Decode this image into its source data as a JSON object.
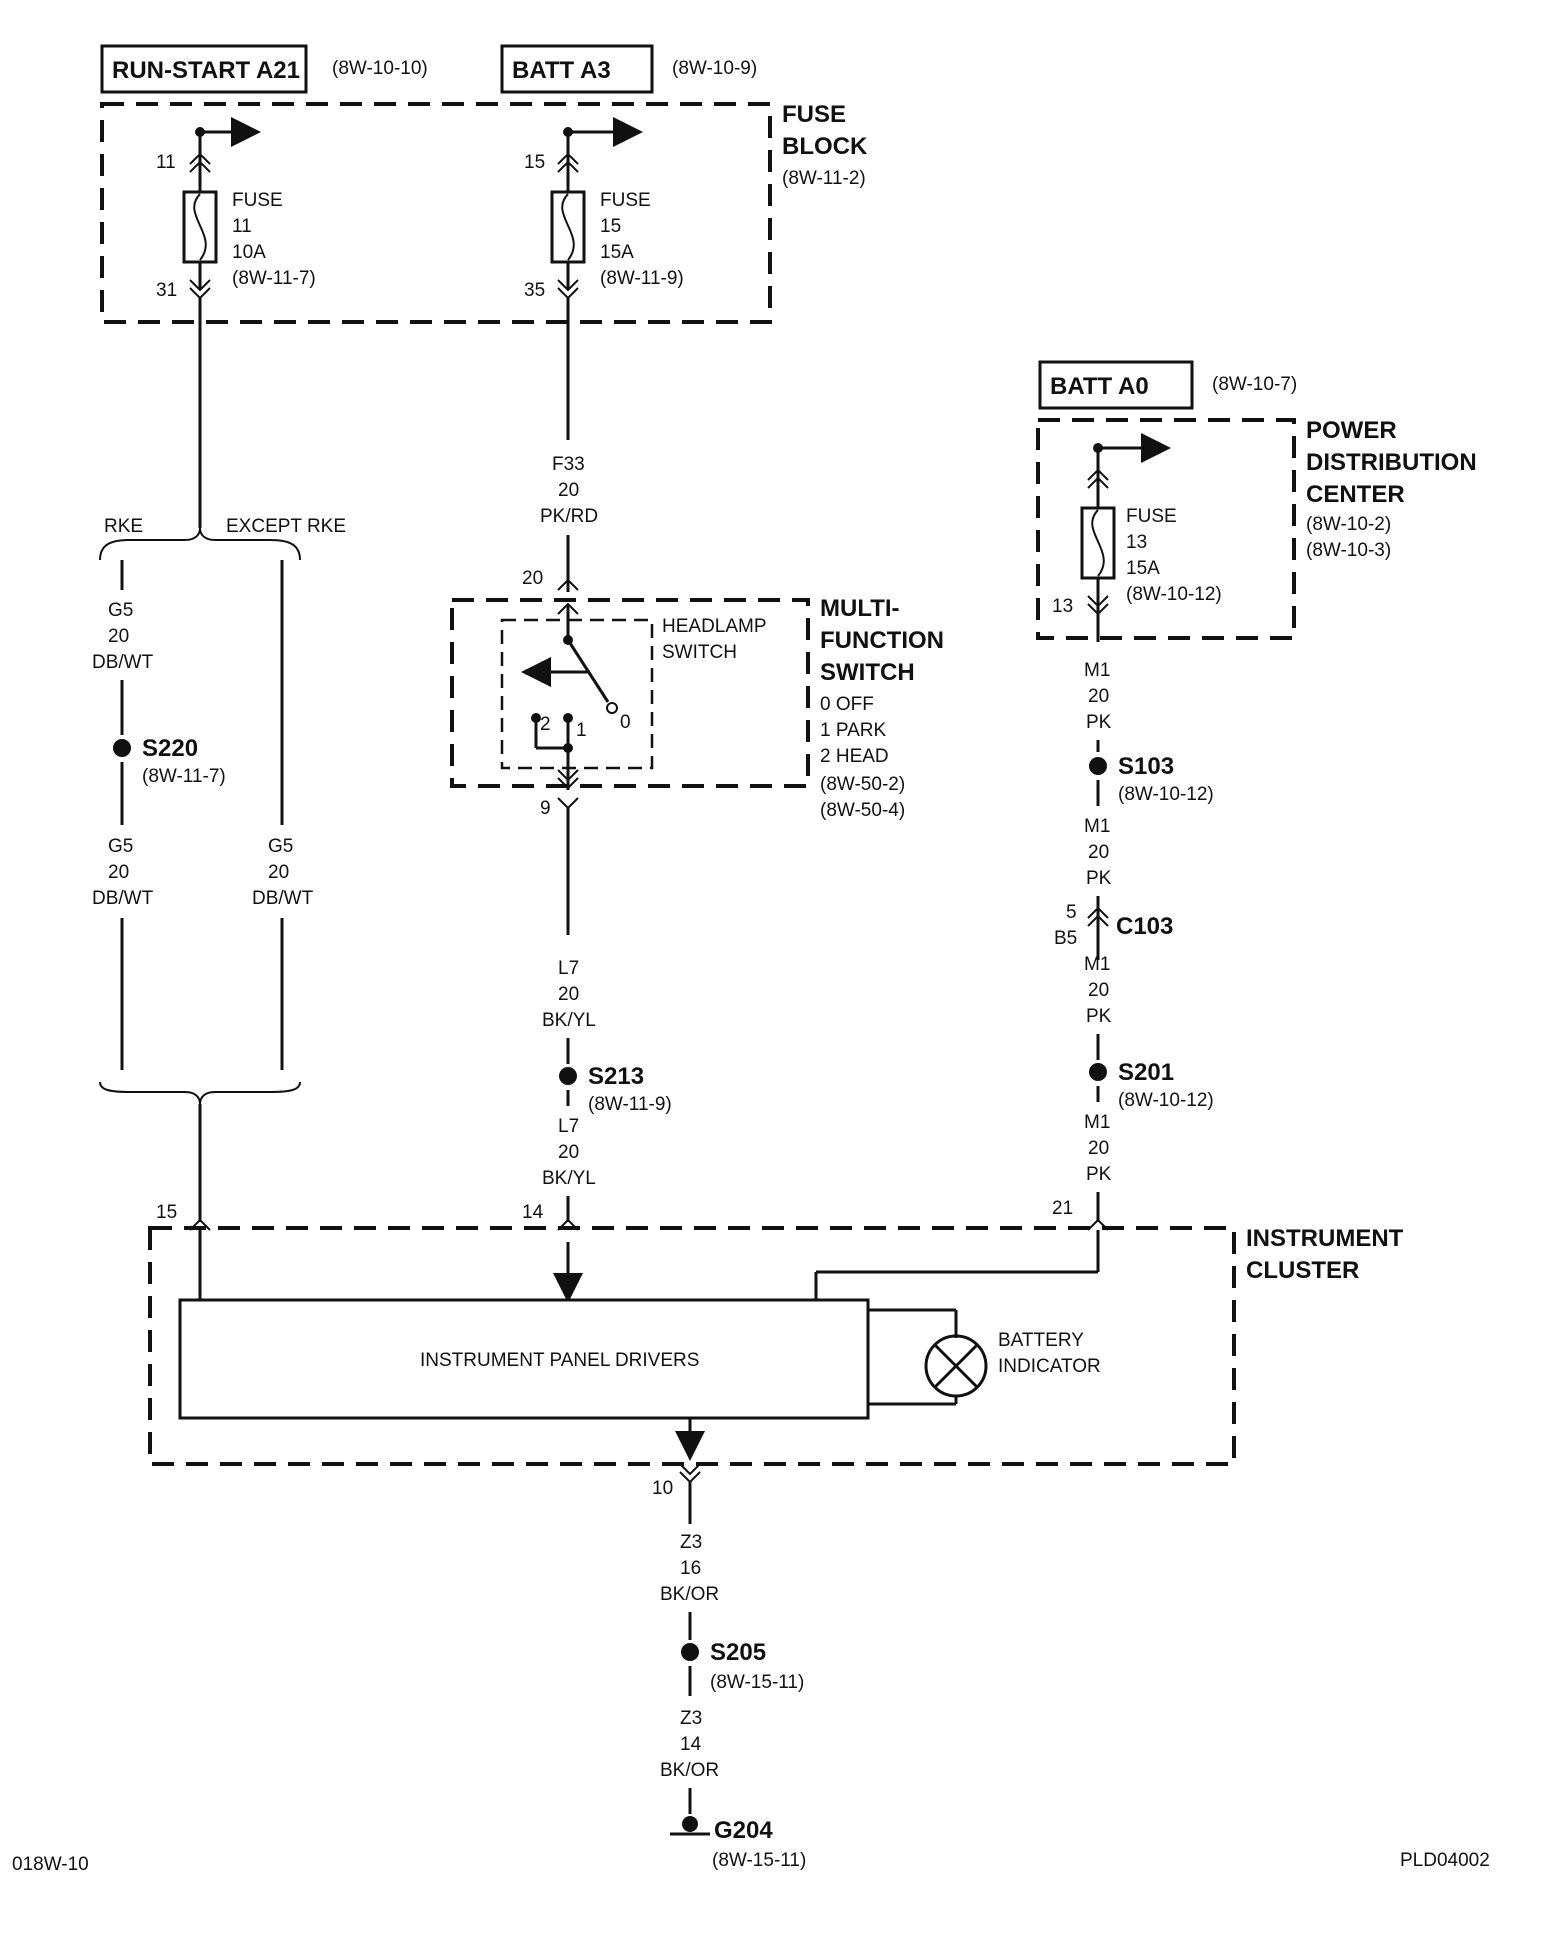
{
  "sources": {
    "run_start": {
      "label": "RUN-START A21",
      "ref": "(8W-10-10)"
    },
    "batt_a3": {
      "label": "BATT A3",
      "ref": "(8W-10-9)"
    },
    "batt_a0": {
      "label": "BATT A0",
      "ref": "(8W-10-7)"
    }
  },
  "fuse_block": {
    "title_1": "FUSE",
    "title_2": "BLOCK",
    "ref": "(8W-11-2)",
    "fuse11": {
      "pin_in": "11",
      "word": "FUSE",
      "number": "11",
      "rating": "10A",
      "ref": "(8W-11-7)",
      "pin_out": "31"
    },
    "fuse15": {
      "pin_in": "15",
      "word": "FUSE",
      "number": "15",
      "rating": "15A",
      "ref": "(8W-11-9)",
      "pin_out": "35"
    }
  },
  "pdc": {
    "title_1": "POWER",
    "title_2": "DISTRIBUTION",
    "title_3": "CENTER",
    "ref_1": "(8W-10-2)",
    "ref_2": "(8W-10-3)",
    "fuse13": {
      "word": "FUSE",
      "number": "13",
      "rating": "15A",
      "ref": "(8W-10-12)",
      "pin_out": "13"
    }
  },
  "branch": {
    "rke": "RKE",
    "except_rke": "EXCEPT RKE"
  },
  "wires": {
    "g5_top": {
      "circuit": "G5",
      "gauge": "20",
      "color": "DB/WT"
    },
    "g5_bottom_left": {
      "circuit": "G5",
      "gauge": "20",
      "color": "DB/WT"
    },
    "g5_bottom_right": {
      "circuit": "G5",
      "gauge": "20",
      "color": "DB/WT"
    },
    "f33": {
      "circuit": "F33",
      "gauge": "20",
      "color": "PK/RD"
    },
    "l7_top": {
      "circuit": "L7",
      "gauge": "20",
      "color": "BK/YL"
    },
    "l7_bottom": {
      "circuit": "L7",
      "gauge": "20",
      "color": "BK/YL"
    },
    "m1_a": {
      "circuit": "M1",
      "gauge": "20",
      "color": "PK"
    },
    "m1_b": {
      "circuit": "M1",
      "gauge": "20",
      "color": "PK"
    },
    "m1_c": {
      "circuit": "M1",
      "gauge": "20",
      "color": "PK"
    },
    "m1_d": {
      "circuit": "M1",
      "gauge": "20",
      "color": "PK"
    },
    "z3_top": {
      "circuit": "Z3",
      "gauge": "16",
      "color": "BK/OR"
    },
    "z3_bottom": {
      "circuit": "Z3",
      "gauge": "14",
      "color": "BK/OR"
    }
  },
  "splices": {
    "s220": {
      "id": "S220",
      "ref": "(8W-11-7)"
    },
    "s213": {
      "id": "S213",
      "ref": "(8W-11-9)"
    },
    "s103": {
      "id": "S103",
      "ref": "(8W-10-12)"
    },
    "s201": {
      "id": "S201",
      "ref": "(8W-10-12)"
    },
    "s205": {
      "id": "S205",
      "ref": "(8W-15-11)"
    }
  },
  "connector_c103": {
    "id": "C103",
    "pin_top": "5",
    "pin_bottom": "B5"
  },
  "multifunction_switch": {
    "title_1": "MULTI-",
    "title_2": "FUNCTION",
    "title_3": "SWITCH",
    "inner_1": "HEADLAMP",
    "inner_2": "SWITCH",
    "pos_0": "0 OFF",
    "pos_1": "1 PARK",
    "pos_2": "2 HEAD",
    "ref_1": "(8W-50-2)",
    "ref_2": "(8W-50-4)",
    "pin_in": "20",
    "pin_out": "9",
    "contact_0": "0",
    "contact_1": "1",
    "contact_2": "2"
  },
  "instrument_cluster": {
    "title_1": "INSTRUMENT",
    "title_2": "CLUSTER",
    "drivers": "INSTRUMENT PANEL DRIVERS",
    "battery_1": "BATTERY",
    "battery_2": "INDICATOR",
    "pin_15": "15",
    "pin_14": "14",
    "pin_21": "21",
    "pin_10": "10"
  },
  "ground": {
    "id": "G204",
    "ref": "(8W-15-11)"
  },
  "footer": {
    "left": "018W-10",
    "right": "PLD04002"
  }
}
